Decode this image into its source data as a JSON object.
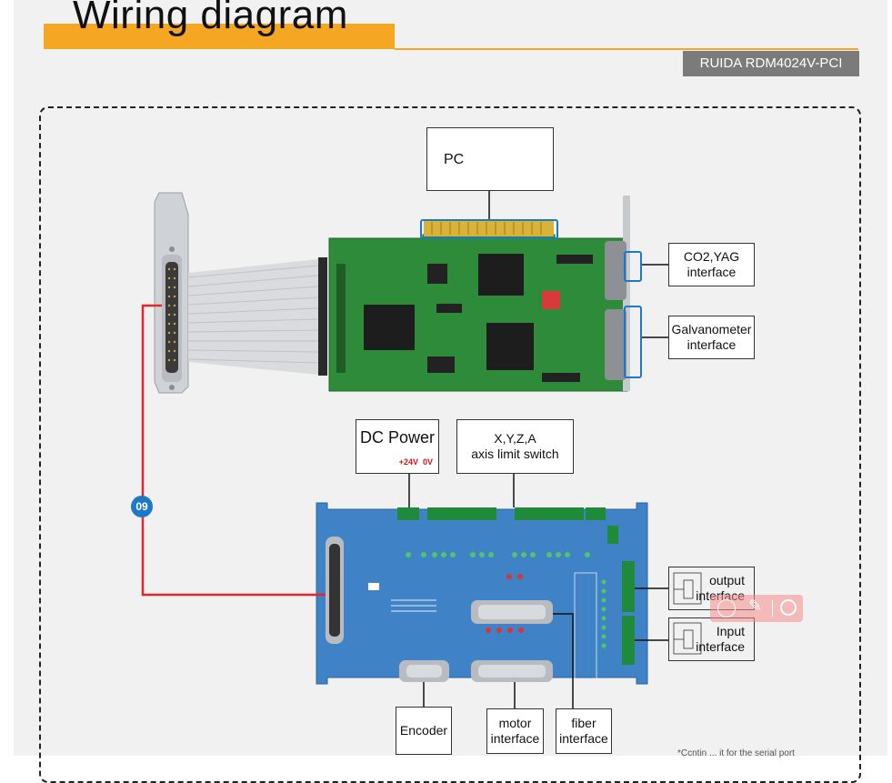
{
  "header": {
    "title": "Wiring diagram",
    "model": "RUIDA RDM4024V-PCI"
  },
  "labels": {
    "pc": "PC",
    "co2": [
      "CO2,YAG",
      "interface"
    ],
    "galvo": [
      "Galvanometer",
      "interface"
    ],
    "dc_power": "DC Power",
    "dc_voltage": "+24V  0V",
    "limit": [
      "X,Y,Z,A",
      "axis limit switch"
    ],
    "output": [
      "output",
      "interface"
    ],
    "input": [
      "Input",
      "interface"
    ],
    "encoder": "Encoder",
    "motor": [
      "motor",
      "interface"
    ],
    "fiber": [
      "fiber",
      "interface"
    ],
    "cable_badge": "09",
    "footnote": "*Ccntin ... it for the serial port"
  },
  "colors": {
    "accent": "#f5a623",
    "badge_bg": "#7b7b7b",
    "pcb_green": "#2e8b3a",
    "board_blue": "#3f83c6",
    "cable_red": "#e8242a",
    "highlight_blue": "#1e78c8"
  }
}
